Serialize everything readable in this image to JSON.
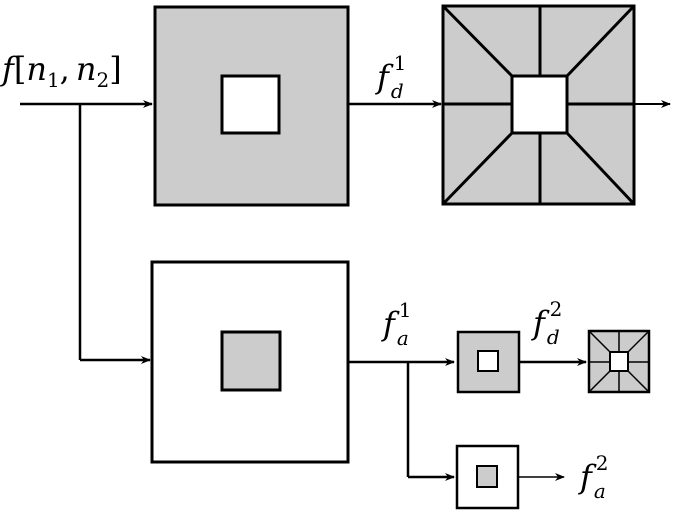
{
  "colors": {
    "stroke": "#000000",
    "shade": "#cccccc",
    "background": "#ffffff"
  },
  "labels": {
    "input": {
      "base": "f",
      "open": "[",
      "n1_base": "n",
      "n1_sub": "1",
      "comma": ",",
      "n2_base": "n",
      "n2_sub": "2",
      "close": "]"
    },
    "fd1": {
      "base": "f",
      "sub": "d",
      "sup": "1"
    },
    "fa1": {
      "base": "f",
      "sub": "a",
      "sup": "1"
    },
    "fd2": {
      "base": "f",
      "sub": "d",
      "sup": "2"
    },
    "fa2": {
      "base": "f",
      "sub": "a",
      "sup": "2"
    }
  }
}
